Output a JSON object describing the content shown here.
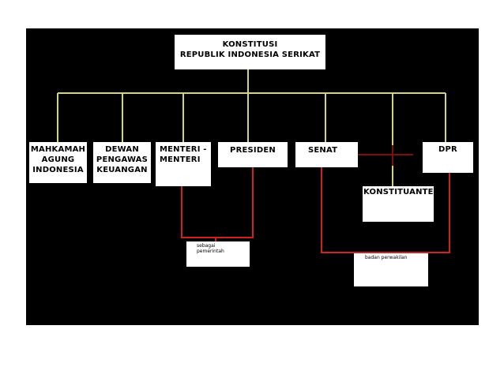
{
  "diagram": {
    "top": [
      "KONSTITUSI",
      "REPUBLIK INDONESIA SERIKAT"
    ],
    "nodes": {
      "mahkamah": [
        "MAHKAMAH",
        "AGUNG",
        "INDONESIA"
      ],
      "dewan": [
        "DEWAN",
        "PENGAWAS",
        "KEUANGAN"
      ],
      "menteri": [
        "MENTERI -",
        "MENTERI"
      ],
      "presiden": [
        "PRESIDEN"
      ],
      "senat": [
        "SENAT"
      ],
      "dpr": [
        "DPR"
      ],
      "konstituante": [
        "KONSTITUANTE"
      ]
    },
    "notes": {
      "pemerintah": [
        "sebagai",
        "pemerintah"
      ],
      "perwakilan": [
        "badan perwakilan"
      ]
    },
    "colors": {
      "background": "#000000",
      "connector": "#d4d47a",
      "relation": "#cc2222",
      "box": "#ffffff"
    }
  }
}
